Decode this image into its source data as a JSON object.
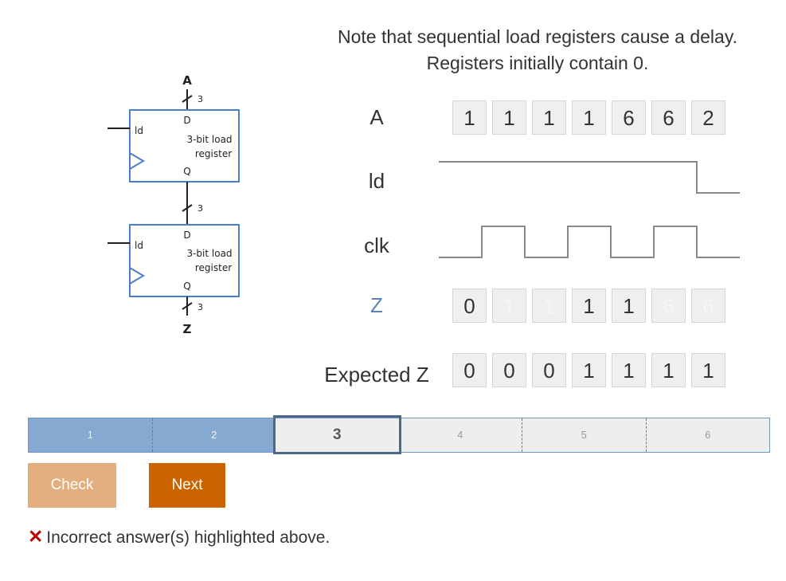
{
  "instructions": {
    "line1": "Note that sequential load registers cause a delay.",
    "line2": "Registers initially contain 0."
  },
  "diagram": {
    "input_label": "A",
    "input_width": "3",
    "mid_width": "3",
    "output_width": "3",
    "output_label": "Z",
    "register_top": {
      "d": "D",
      "q": "Q",
      "ld": "ld",
      "title_line1": "3-bit load",
      "title_line2": "register"
    },
    "register_bottom": {
      "d": "D",
      "q": "Q",
      "ld": "ld",
      "title_line1": "3-bit load",
      "title_line2": "register"
    }
  },
  "signals": {
    "a_label": "A",
    "ld_label": "ld",
    "clk_label": "clk",
    "z_label": "Z",
    "expected_label": "Expected Z",
    "a_values": [
      "1",
      "1",
      "1",
      "1",
      "6",
      "6",
      "2"
    ],
    "z_values": [
      "0",
      "1",
      "1",
      "1",
      "1",
      "6",
      "6"
    ],
    "z_incorrect": [
      false,
      true,
      true,
      false,
      false,
      true,
      true
    ],
    "expected_values": [
      "0",
      "0",
      "0",
      "1",
      "1",
      "1",
      "1"
    ]
  },
  "colors": {
    "z_label": "#5b84b1",
    "register_border": "#4a7fcc",
    "progress_done": "#85a9d1",
    "check_button": "#e3ae7e",
    "next_button": "#cb6300",
    "error": "#c00000"
  },
  "progress": {
    "steps": [
      "1",
      "2",
      "3",
      "4",
      "5",
      "6"
    ],
    "current": 3
  },
  "buttons": {
    "check": "Check",
    "next": "Next"
  },
  "feedback": {
    "icon": "x-icon",
    "mark": "✕",
    "text": "Incorrect answer(s) highlighted above."
  }
}
